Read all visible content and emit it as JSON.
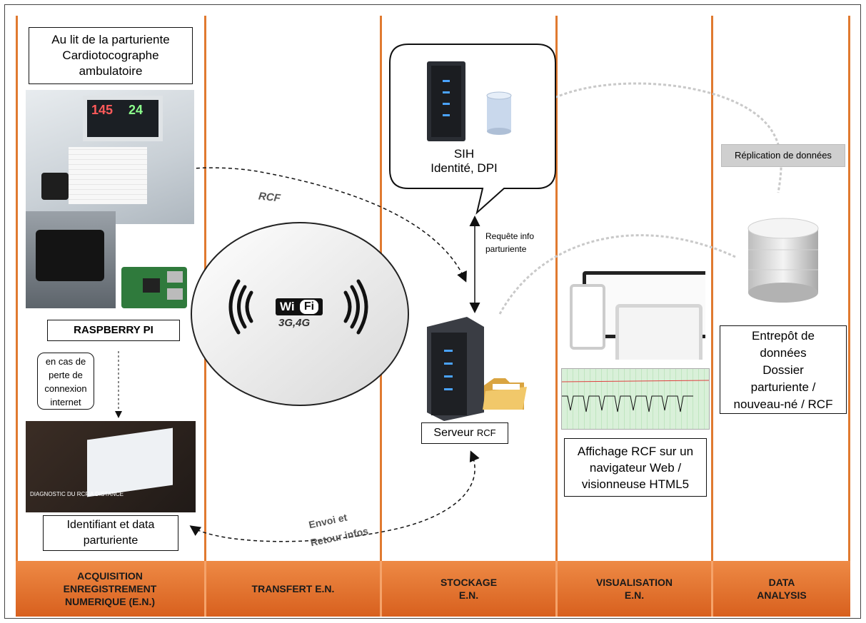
{
  "bedside": {
    "line1": "Au lit de la parturiente",
    "line2": "Cardiotocographe",
    "line3": "ambulatoire"
  },
  "monitor": {
    "value1": "145",
    "value2": "24"
  },
  "raspberry": {
    "label": "RASPBERRY PI"
  },
  "fallback": {
    "lines": [
      "en cas de",
      "perte de",
      "connexion",
      "internet"
    ]
  },
  "tablet": {
    "caption": "DIAGNOSTIC DU RCF A DISTANCE"
  },
  "identifier": {
    "line1": "Identifiant et data",
    "line2": "parturiente"
  },
  "wifi": {
    "wi": "Wi",
    "fi": "Fi",
    "networks": "3G,4G"
  },
  "arrows": {
    "rcf": "RCF",
    "envoi1": "Envoi et",
    "envoi2": "Retour infos",
    "requete1": "Requête info",
    "requete2": "parturiente"
  },
  "sih": {
    "line1": "SIH",
    "line2": "Identité, DPI"
  },
  "server": {
    "label": "Serveur",
    "suffix": "RCF"
  },
  "display": {
    "line1": "Affichage RCF sur un",
    "line2": "navigateur Web /",
    "line3": "visionneuse HTML5"
  },
  "replication": {
    "label": "Réplication de données"
  },
  "warehouse": {
    "line1": "Entrepôt de",
    "line2": "données",
    "line3": "Dossier",
    "line4": "parturiente /",
    "line5": "nouveau-né / RCF"
  },
  "columns": [
    {
      "line1": "ACQUISITION",
      "line2": "ENREGISTREMENT",
      "line3": "NUMERIQUE (E.N.)"
    },
    {
      "line1": "TRANSFERT E.N."
    },
    {
      "line1": "STOCKAGE",
      "line2": "E.N."
    },
    {
      "line1": "VISUALISATION",
      "line2": "E.N."
    },
    {
      "line1": "DATA",
      "line2": "ANALYSIS"
    }
  ],
  "colors": {
    "accent": "#e07a30",
    "footer": "#e8793a"
  }
}
